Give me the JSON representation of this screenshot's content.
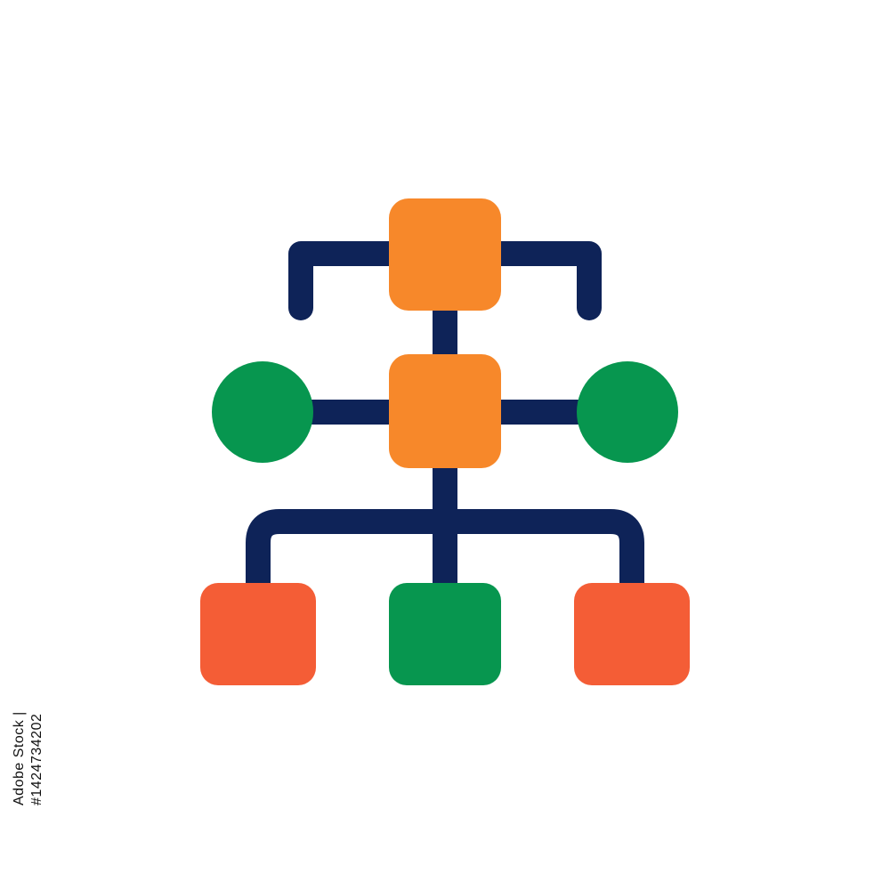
{
  "diagram": {
    "icon_name": "hierarchy-flowchart-icon",
    "colors": {
      "connector": "#0e2358",
      "orange": "#f7882a",
      "green": "#07964f",
      "red_orange": "#f45d36",
      "background": "#ffffff"
    },
    "nodes": [
      {
        "id": "top-node",
        "shape": "rounded-square",
        "color": "orange"
      },
      {
        "id": "middle-node",
        "shape": "rounded-square",
        "color": "orange"
      },
      {
        "id": "left-circle-node",
        "shape": "circle",
        "color": "green"
      },
      {
        "id": "right-circle-node",
        "shape": "circle",
        "color": "green"
      },
      {
        "id": "bottom-left-node",
        "shape": "rounded-square",
        "color": "red_orange"
      },
      {
        "id": "bottom-center-node",
        "shape": "rounded-square",
        "color": "green"
      },
      {
        "id": "bottom-right-node",
        "shape": "rounded-square",
        "color": "red_orange"
      }
    ],
    "edges": [
      {
        "from": "top-node",
        "to": "left-bracket"
      },
      {
        "from": "top-node",
        "to": "right-bracket"
      },
      {
        "from": "top-node",
        "to": "middle-node"
      },
      {
        "from": "middle-node",
        "to": "left-circle-node"
      },
      {
        "from": "middle-node",
        "to": "right-circle-node"
      },
      {
        "from": "middle-node",
        "to": "bottom-left-node"
      },
      {
        "from": "middle-node",
        "to": "bottom-center-node"
      },
      {
        "from": "middle-node",
        "to": "bottom-right-node"
      }
    ]
  },
  "watermark": {
    "stock_id": "Adobe Stock | #1424734202",
    "repeated_text": "Adobe Stock"
  }
}
